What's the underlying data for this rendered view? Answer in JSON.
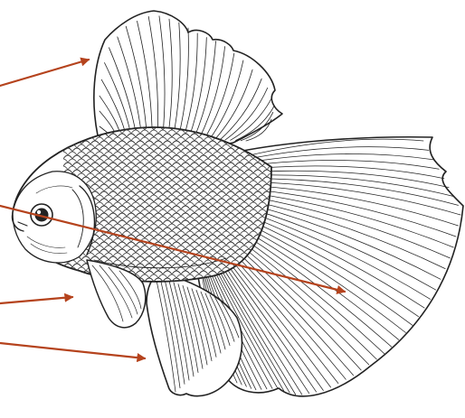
{
  "colors": {
    "background": "#ffffff",
    "ink": "#222222",
    "arrow": "#b5431d"
  },
  "figure": {
    "subject": "goldfish-engraving",
    "fins": [
      "dorsal-fin",
      "tail-fin",
      "pectoral-fin",
      "anal-fin"
    ],
    "arrow_count": 4
  }
}
